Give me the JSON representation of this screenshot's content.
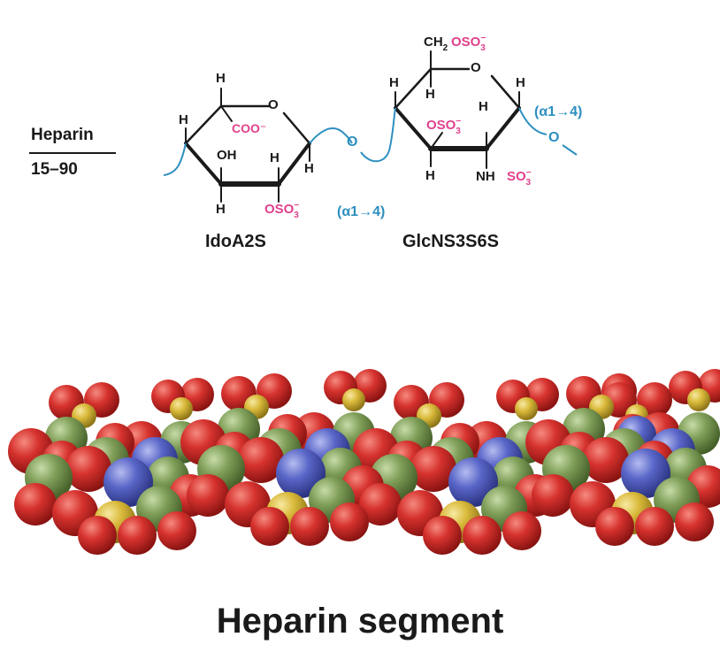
{
  "polymer": {
    "name": "Heparin",
    "range": "15–90"
  },
  "residues": [
    {
      "name": "IdoA2S"
    },
    {
      "name": "GlcNS3S6S"
    }
  ],
  "atoms": {
    "hydrogen": "H",
    "ring_oxygen": "O",
    "bridge_oxygen": "O",
    "hydroxyl": "OH",
    "carboxylate": "COO⁻",
    "sulfate": "OSO",
    "sulfate_sub": "3",
    "sulfate_charge": "−",
    "ch2": "CH",
    "ch2_sub": "2",
    "nh": "NH",
    "so3": "SO",
    "so3_sub": "3",
    "so3_charge": "−"
  },
  "linkages": {
    "first": "(α1→4)",
    "second": "(α1→4)"
  },
  "model_title": "Heparin segment",
  "colors": {
    "black": "#1a1a1a",
    "pink": "#e0418c",
    "blue": "#2d8fc0",
    "oxygen": "#d6322e",
    "carbon": "#7f9e58",
    "nitrogen": "#5a66c8",
    "sulfur": "#d9b93a"
  }
}
